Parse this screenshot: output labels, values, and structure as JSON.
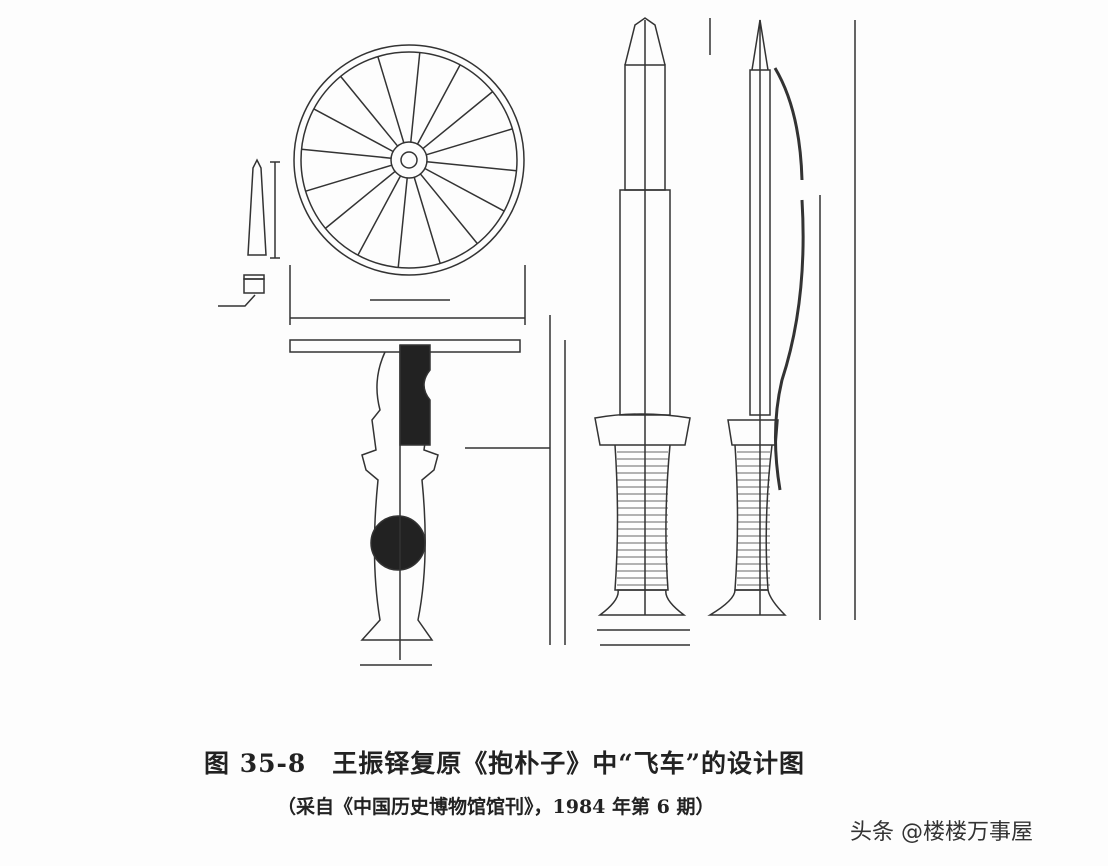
{
  "figure": {
    "caption": "图 35-8　王振铎复原《抱朴子》中“飞车”的设计图",
    "source": "（采自《中国历史博物馆馆刊》，1984 年第 6 期）"
  },
  "watermark": "头条 @楼楼万事屋",
  "colors": {
    "ink": "#2a2a2a",
    "paper": "#fdfdfd"
  }
}
